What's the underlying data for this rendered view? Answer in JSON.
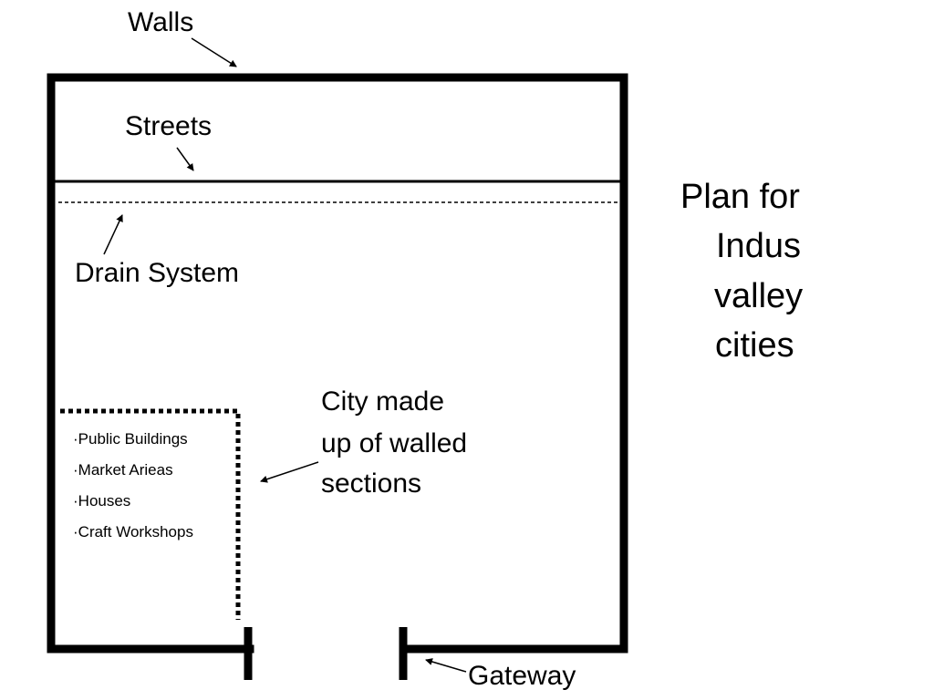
{
  "labels": {
    "walls": "Walls",
    "streets": "Streets",
    "drain_system": "Drain System",
    "city_sections": [
      "City made",
      "up of walled",
      "sections"
    ],
    "gateway": "Gateway"
  },
  "section_items": [
    "·Public Buildings",
    "·Market Arieas",
    "·Houses",
    "·Craft Workshops"
  ],
  "title_lines": [
    "Plan for",
    "Indus",
    "valley",
    "cities"
  ],
  "colors": {
    "ink": "#000000",
    "background": "#ffffff"
  }
}
